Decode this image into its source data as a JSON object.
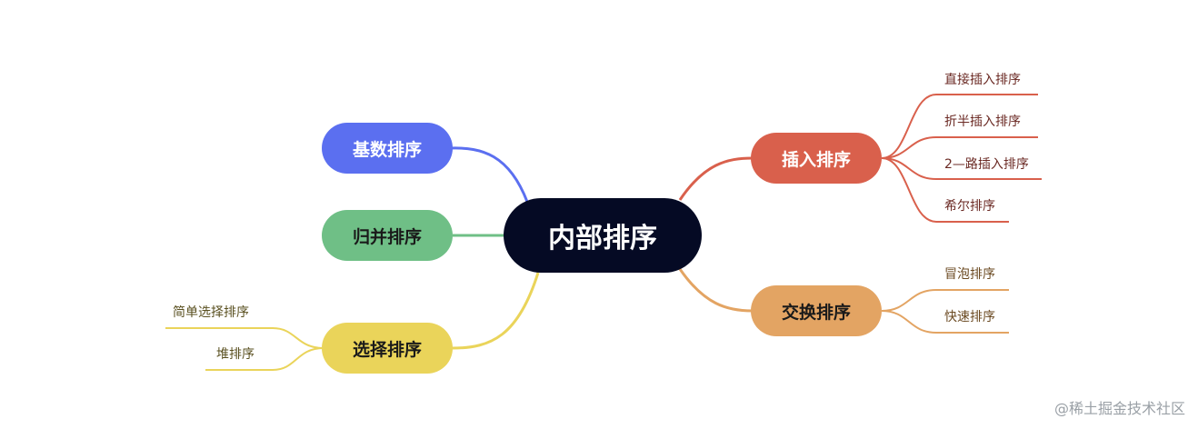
{
  "colors": {
    "root_bg": "#050a24",
    "root_text": "#ffffff",
    "radix": "#5b6ff0",
    "merge": "#6fbf86",
    "select": "#ead45a",
    "insert": "#d9604c",
    "exchange": "#e3a463",
    "leaf_text": "#444444"
  },
  "diagram": {
    "root": {
      "label": "内部排序"
    },
    "branches": {
      "radix": {
        "label": "基数排序"
      },
      "merge": {
        "label": "归并排序"
      },
      "select": {
        "label": "选择排序",
        "children": [
          "简单选择排序",
          "堆排序"
        ]
      },
      "insert": {
        "label": "插入排序",
        "children": [
          "直接插入排序",
          "折半插入排序",
          "2—路插入排序",
          "希尔排序"
        ]
      },
      "exchange": {
        "label": "交换排序",
        "children": [
          "冒泡排序",
          "快速排序"
        ]
      }
    }
  },
  "watermark": "@稀土掘金技术社区"
}
